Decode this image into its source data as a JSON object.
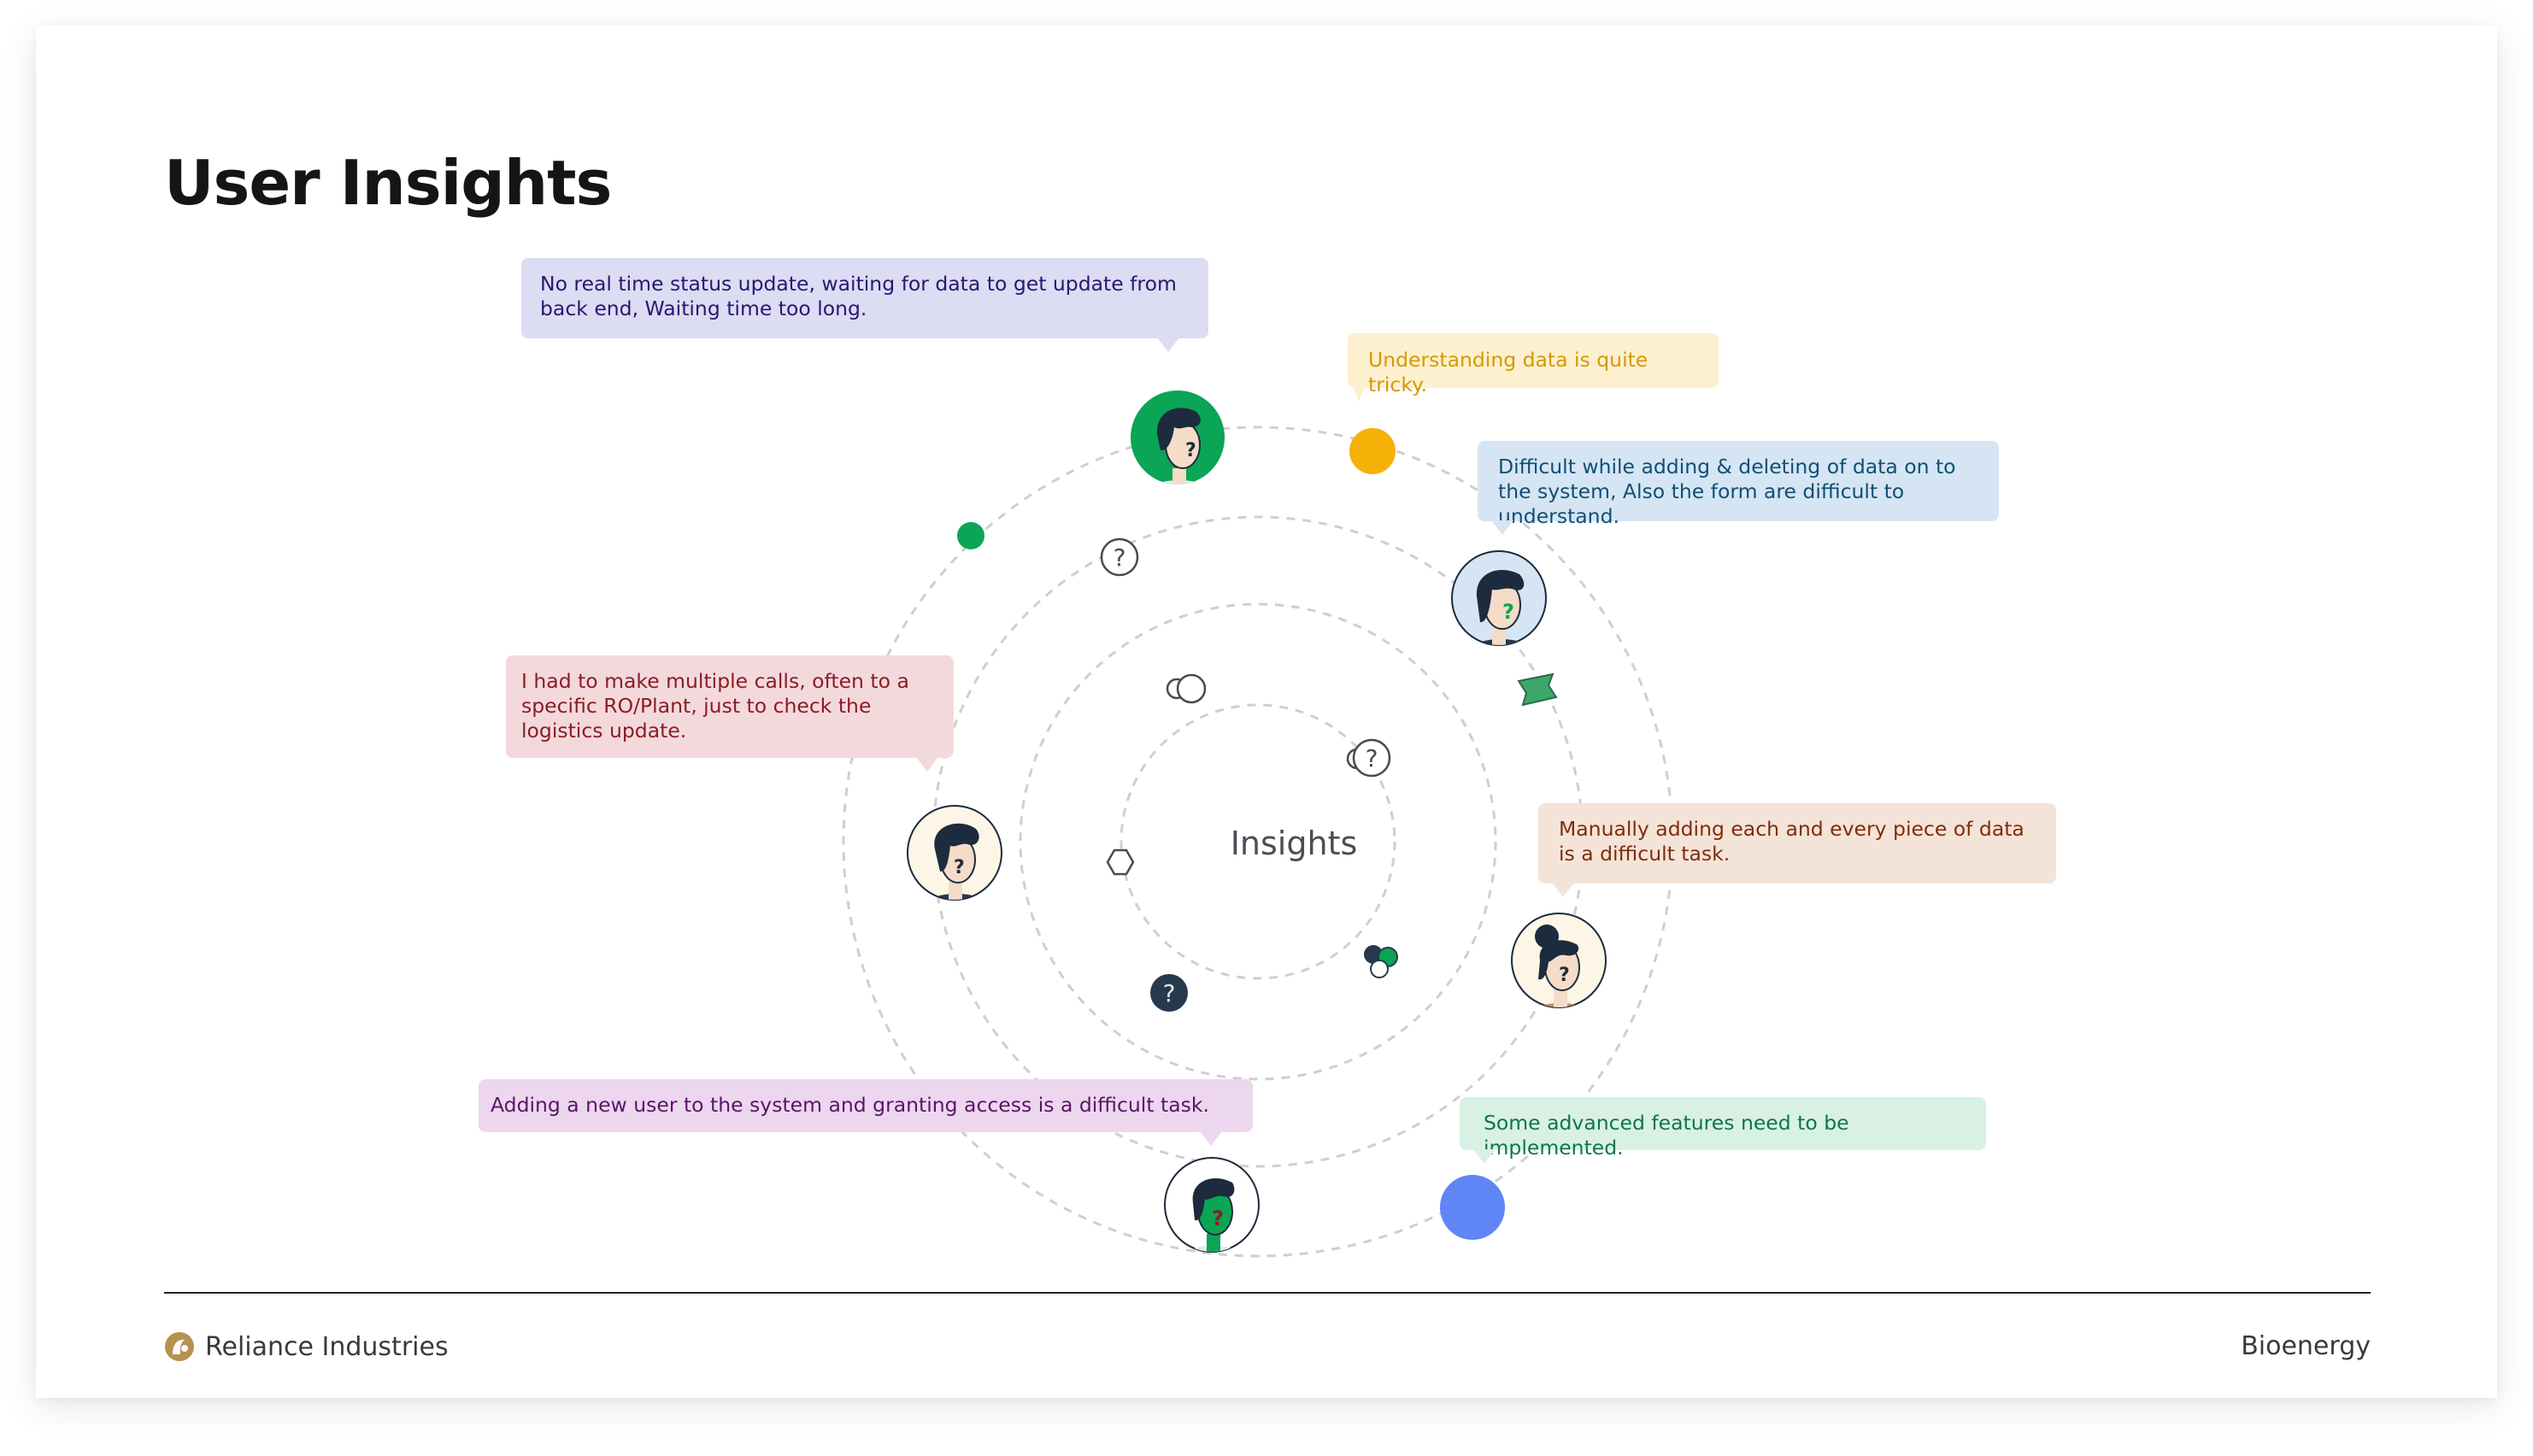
{
  "title": "User Insights",
  "center_label": "Insights",
  "insights": [
    {
      "text": "No real time status update, waiting for data to get update from back end, Waiting time too long.",
      "bg": "#dcdcf2",
      "color": "#2a1772"
    },
    {
      "text": "Understanding data is quite tricky.",
      "bg": "#fdf0cf",
      "color": "#d49a00"
    },
    {
      "text": "Difficult while adding & deleting of data on to the system, Also the form are difficult to understand.",
      "bg": "#d5e5f3",
      "color": "#0f4f75"
    },
    {
      "text": "I had to make multiple calls, often to a specific RO/Plant, just to check the logistics update.",
      "bg": "#f3d9dc",
      "color": "#8a1d24"
    },
    {
      "text": "Manually adding each and every piece of data is a difficult task.",
      "bg": "#f4e3d8",
      "color": "#7e2e0c"
    },
    {
      "text": "Adding a new user to the system and granting access is a difficult task.",
      "bg": "#ecd7ef",
      "color": "#5c1368"
    },
    {
      "text": "Some advanced features need to be implemented.",
      "bg": "#d9f1e5",
      "color": "#0e7647"
    }
  ],
  "footer": {
    "company": "Reliance Industries",
    "division": "Bioenergy"
  },
  "colors": {
    "green": "#0aa555",
    "yellow": "#f6b109",
    "blue": "#5f86f4",
    "navy": "#27394d",
    "skin": "#f5dcc8",
    "logo": "#b6924f"
  }
}
